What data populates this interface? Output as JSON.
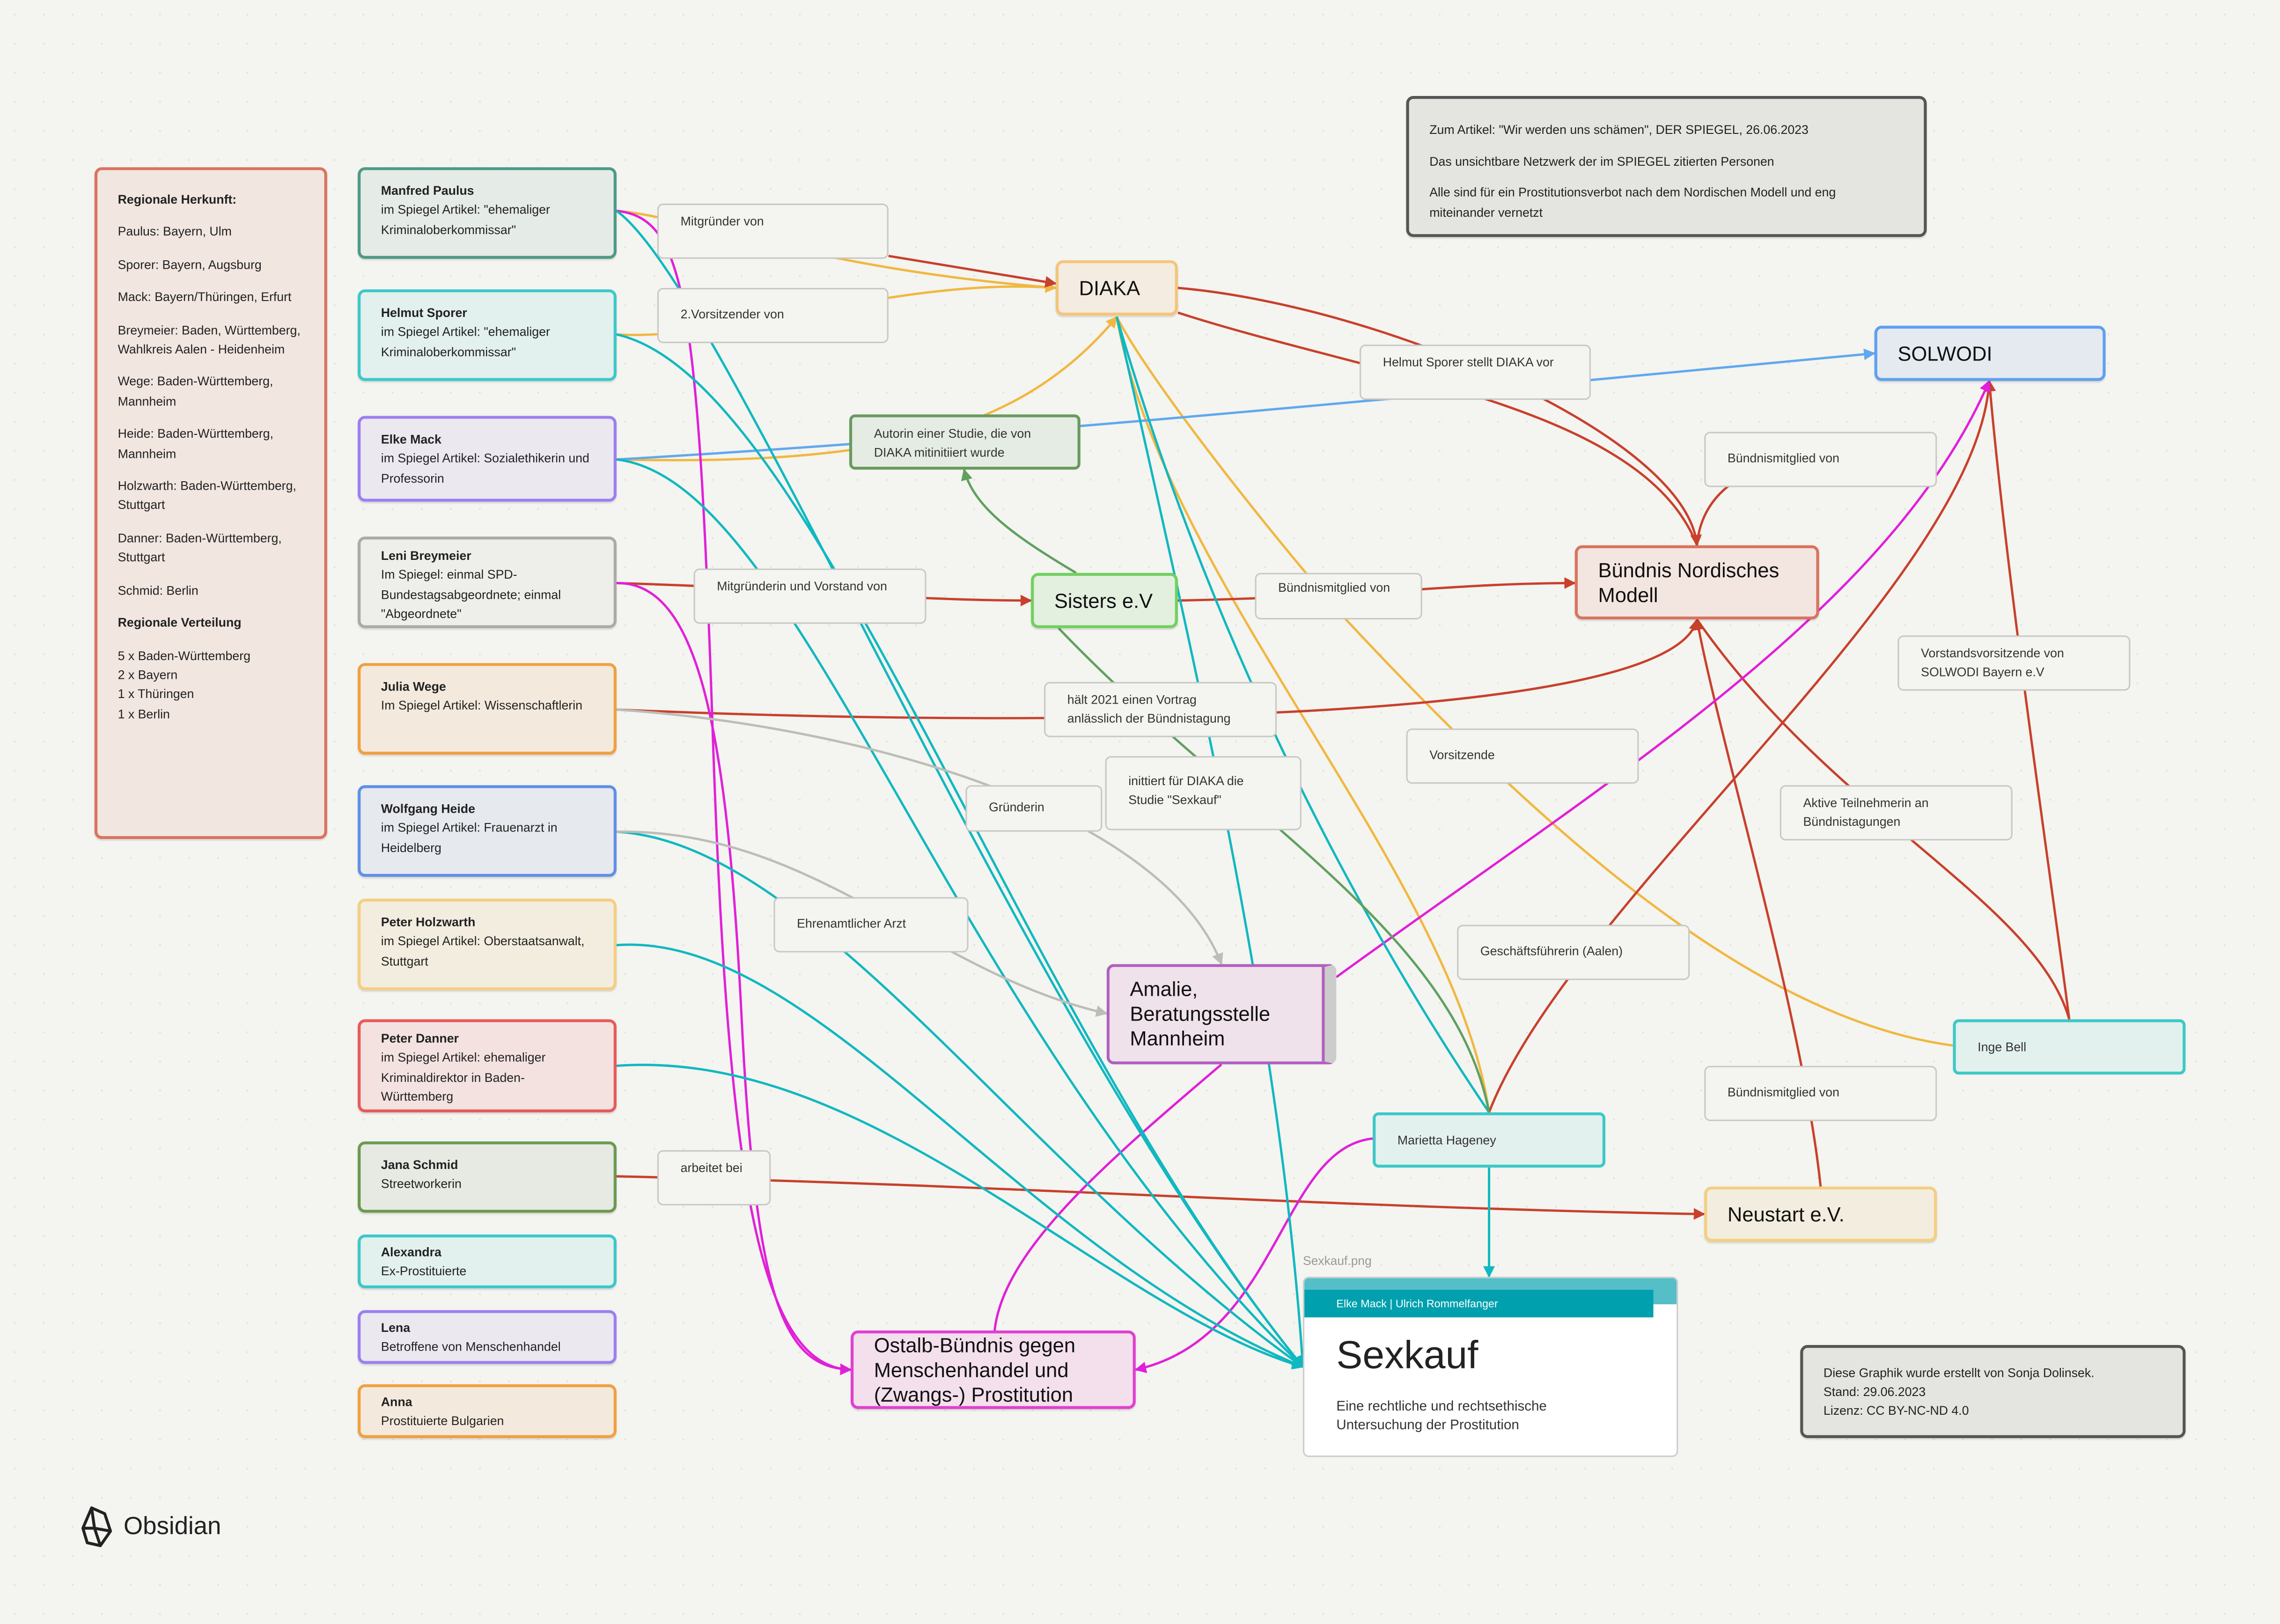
{
  "note": {
    "line1": "Zum Artikel: \"Wir werden uns schämen\", DER SPIEGEL, 26.06.2023",
    "line2": "Das unsichtbare Netzwerk der im SPIEGEL zitierten Personen",
    "line3": "Alle sind für ein Prostitutionsverbot nach dem Nordischen Modell und eng miteinander vernetzt"
  },
  "regions": {
    "heading1": "Regionale Herkunft:",
    "items": [
      "Paulus: Bayern, Ulm",
      "Sporer: Bayern, Augsburg",
      "Mack: Bayern/Thüringen, Erfurt",
      "Breymeier: Baden, Württemberg, Wahlkreis Aalen - Heidenheim",
      "Wege: Baden-Württemberg, Mannheim",
      "Heide: Baden-Württemberg, Mannheim",
      "Holzwarth: Baden-Württemberg, Stuttgart",
      "Danner: Baden-Württemberg, Stuttgart",
      "Schmid: Berlin"
    ],
    "heading2": "Regionale Verteilung",
    "dist": [
      "5 x Baden-Württemberg",
      "2 x Bayern",
      "1 x Thüringen",
      "1 x Berlin"
    ]
  },
  "persons": [
    {
      "name": "Manfred Paulus",
      "desc": "im Spiegel Artikel: \"ehemaliger Kriminaloberkommissar\""
    },
    {
      "name": "Helmut Sporer",
      "desc": "im Spiegel Artikel: \"ehemaliger Kriminaloberkommissar\""
    },
    {
      "name": "Elke Mack",
      "desc": "im Spiegel Artikel: Sozialethikerin und Professorin"
    },
    {
      "name": "Leni Breymeier",
      "desc": "Im Spiegel: einmal SPD-Bundestagsabgeordnete; einmal \"Abgeordnete\""
    },
    {
      "name": "Julia Wege",
      "desc": "Im Spiegel Artikel: Wissenschaftlerin"
    },
    {
      "name": "Wolfgang Heide",
      "desc": "im Spiegel Artikel: Frauenarzt in Heidelberg"
    },
    {
      "name": "Peter Holzwarth",
      "desc": "im Spiegel Artikel: Oberstaatsanwalt, Stuttgart"
    },
    {
      "name": "Peter Danner",
      "desc": "im Spiegel Artikel: ehemaliger Kriminaldirektor in Baden-Württemberg"
    },
    {
      "name": "Jana Schmid",
      "desc": "Streetworkerin"
    },
    {
      "name": "Alexandra",
      "desc": "Ex-Prostituierte"
    },
    {
      "name": "Lena",
      "desc": "Betroffene von Menschenhandel"
    },
    {
      "name": "Anna",
      "desc": "Prostituierte Bulgarien"
    }
  ],
  "orgs": {
    "diaka": "DIAKA",
    "solwodi": "SOLWODI",
    "sisters": "Sisters e.V",
    "buendnis": "Bündnis Nordisches Modell",
    "amalie": "Amalie, Beratungsstelle Mannheim",
    "neustart": "Neustart e.V.",
    "ostalb": "Ostalb-Bündnis gegen Menschenhandel und (Zwangs-) Prostitution",
    "inge": "Inge Bell",
    "marietta": "Marietta Hageney"
  },
  "labels": {
    "mitgruender": "Mitgründer von",
    "vorsitzender2": "2.Vorsitzender von",
    "autorin": "Autorin einer Studie, die von DIAKA mitinitiiert wurde",
    "sporer_stellt": "Helmut Sporer stellt DIAKA vor",
    "bm_top": "Bündnismitglied von",
    "mitgruenderin": "Mitgründerin und Vorstand von",
    "bm_mid": "Bündnismitglied von",
    "vortrag": "hält 2021 einen Vortrag anlässlich der Bündnistagung",
    "vorstandsvors": "Vorstandsvorsitzende von SOLWODI Bayern e.V",
    "vorsitzende": "Vorsitzende",
    "inittiert": "inittiert für DIAKA die Studie \"Sexkauf\"",
    "gruenderin": "Gründerin",
    "aktive": "Aktive Teilnehmerin an Bündnistagungen",
    "arzt": "Ehrenamtlicher Arzt",
    "gf": "Geschäftsführerin (Aalen)",
    "bm_low": "Bündnismitglied von",
    "arbeitet": "arbeitet bei"
  },
  "book": {
    "filename": "Sexkauf.png",
    "authors": "Elke Mack | Ulrich Rommelfanger",
    "title": "Sexkauf",
    "subtitle": "Eine rechtliche und rechtsethische Untersuchung der Prostitution"
  },
  "credit": {
    "line1": "Diese Graphik wurde erstellt von Sonja Dolinsek.",
    "line2": "Stand: 29.06.2023",
    "line3": "Lizenz: CC BY-NC-ND 4.0"
  },
  "brand": {
    "name": "Obsidian"
  },
  "colors": {
    "red": "#c8402c",
    "orange": "#f0b840",
    "teal": "#10b8c0",
    "magenta": "#e020d8",
    "blue": "#60a8f0",
    "green": "#60a060",
    "gray": "#bdbdb8"
  }
}
